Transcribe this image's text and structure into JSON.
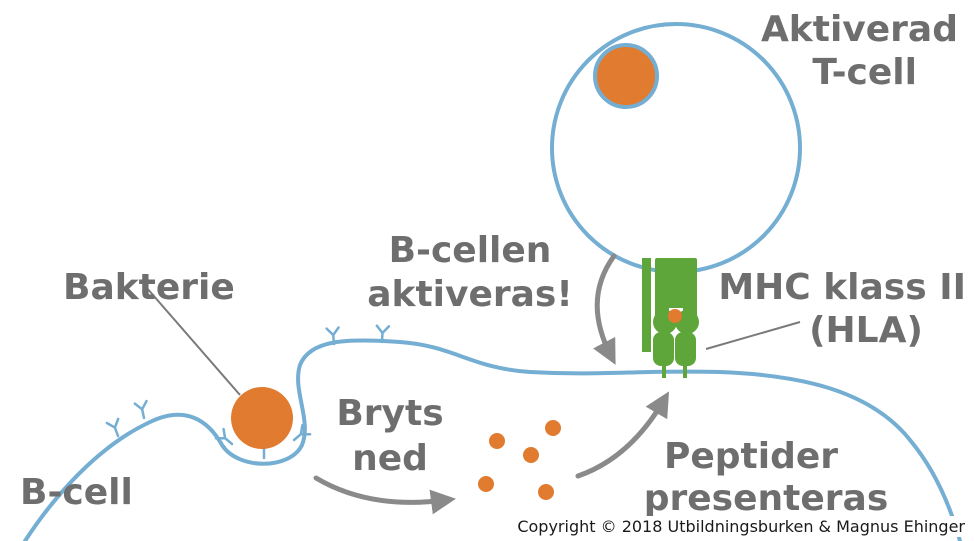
{
  "colors": {
    "membrane": "#74aed2",
    "antigen": "#e07b2f",
    "mhc": "#5ea63a",
    "label": "#6e6e6e",
    "arrow": "#8a8a8a",
    "pointer_line": "#7a7a7a"
  },
  "labels": {
    "t_cell_line1": "Aktiverad",
    "t_cell_line2": "T-cell",
    "bakterie": "Bakterie",
    "b_cell_activated_line1": "B-cellen",
    "b_cell_activated_line2": "aktiveras!",
    "mhc_line1": "MHC klass II",
    "mhc_line2": "(HLA)",
    "bryts_line1": "Bryts",
    "bryts_line2": "ned",
    "peptider_line1": "Peptider",
    "peptider_line2": "presenteras",
    "b_cell": "B-cell"
  },
  "copyright": "Copyright © 2018 Utbildningsburken & Magnus Ehinger"
}
